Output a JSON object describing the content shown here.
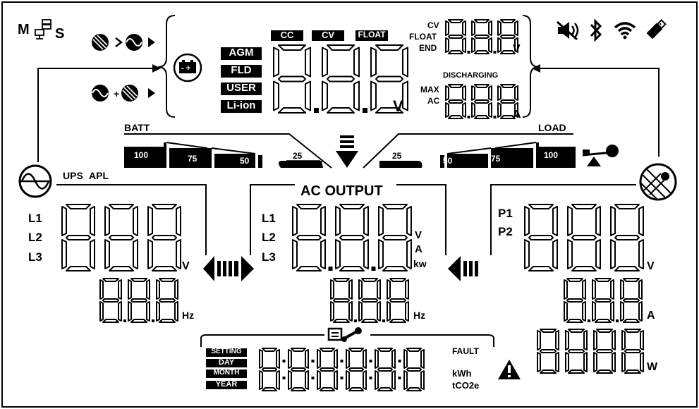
{
  "top_left": {
    "m_label": "M",
    "s_label": "S"
  },
  "battery": {
    "types": [
      "AGM",
      "FLD",
      "USER",
      "Li-ion"
    ],
    "modes": [
      "CC",
      "CV",
      "FLOAT"
    ],
    "unit": "V"
  },
  "charge_info": {
    "cv": "CV",
    "float": "FLOAT",
    "end": "END",
    "v_unit": "V",
    "discharging": "DISCHARGING",
    "max": "MAX",
    "ac": "AC",
    "a_unit": "A"
  },
  "batt_bar": {
    "label": "BATT",
    "levels": [
      "100",
      "75",
      "50",
      "25"
    ]
  },
  "load_bar": {
    "label": "LOAD",
    "levels": [
      "25",
      "50",
      "75",
      "100"
    ]
  },
  "grid": {
    "ups": "UPS",
    "apl": "APL",
    "phases": [
      "L1",
      "L2",
      "L3"
    ],
    "v_unit": "V",
    "hz_unit": "Hz"
  },
  "ac_output": {
    "title": "AC OUTPUT",
    "phases": [
      "L1",
      "L2",
      "L3"
    ],
    "units": [
      "V",
      "A",
      "kw"
    ],
    "hz_unit": "Hz"
  },
  "pv": {
    "inputs": [
      "P1",
      "P2"
    ],
    "v_unit": "V",
    "a_unit": "A",
    "w_unit": "W"
  },
  "bottom": {
    "tags": [
      "SETTING",
      "DAY",
      "MONTH",
      "YEAR"
    ],
    "fault": "FAULT",
    "kwh": "kWh",
    "tco2e": "tCO2e"
  },
  "icons": [
    "mute-icon",
    "bluetooth-icon",
    "wifi-icon",
    "usb-icon",
    "battery-icon",
    "grid-icon",
    "solar-icon",
    "load-icon",
    "warning-icon",
    "tools-icon",
    "network-icon"
  ]
}
